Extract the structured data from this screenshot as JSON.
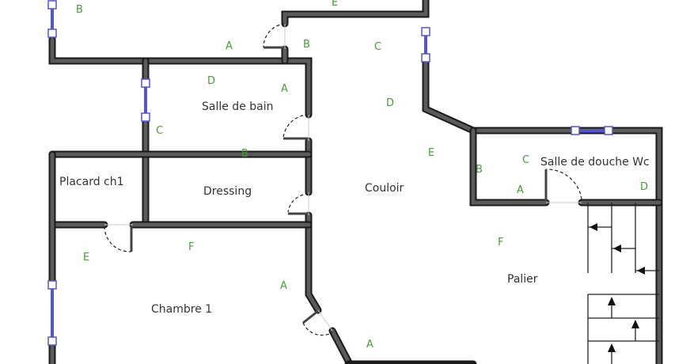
{
  "rooms": {
    "salle_de_bain": "Salle de bain",
    "placard": "Placard ch1",
    "dressing": "Dressing",
    "couloir": "Couloir",
    "salle_de_douche": "Salle de douche Wc",
    "palier": "Palier",
    "chambre1": "Chambre 1"
  },
  "wall_labels": [
    "B",
    "E",
    "A",
    "B",
    "C",
    "D",
    "A",
    "D",
    "C",
    "E",
    "B",
    "C",
    "A",
    "D",
    "F",
    "E",
    "F",
    "A",
    "A",
    "B"
  ],
  "colors": {
    "wall": "#555555",
    "window": "#5555cc",
    "wall_label": "#4a9a3a"
  }
}
